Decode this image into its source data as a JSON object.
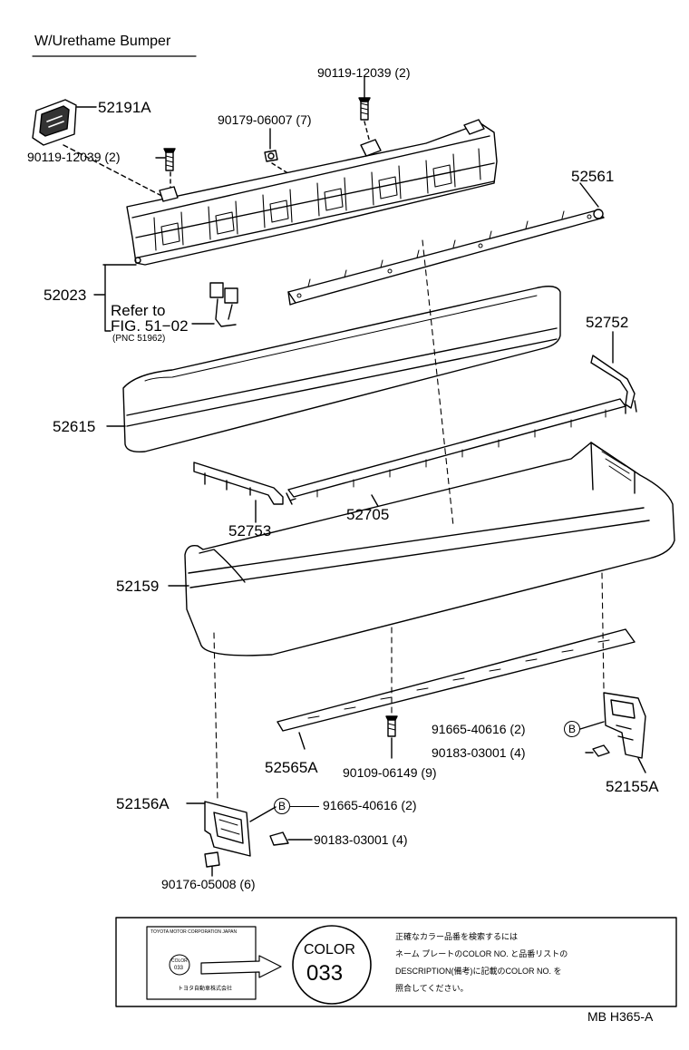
{
  "title": "W/Urethame Bumper",
  "parts": {
    "p52191A": "52191A",
    "p90119_top": "90119-12039 (2)",
    "p90179": "90179-06007 (7)",
    "p90119_left": "90119-12039 (2)",
    "p52561": "52561",
    "p52023": "52023",
    "refer_to": "Refer to",
    "fig_ref": "FIG. 51−02",
    "pnc_ref": "(PNC 51962)",
    "p52752": "52752",
    "p52615": "52615",
    "p52753": "52753",
    "p52705": "52705",
    "p52159": "52159",
    "p91665_right": "91665-40616 (2)",
    "p90183_right": "90183-03001 (4)",
    "p52155A": "52155A",
    "p52565A": "52565A",
    "p90109": "90109-06149 (9)",
    "p52156A": "52156A",
    "p91665_left": "91665-40616 (2)",
    "p90183_left": "90183-03001 (4)",
    "p90176": "90176-05008 (6)"
  },
  "markers": {
    "b_right": "B",
    "b_left": "B"
  },
  "legend": {
    "plate_header": "TOYOTA MOTOR CORPORATION JAPAN",
    "plate_color_word": "COLOR",
    "plate_color_code": "033",
    "plate_footer": "トヨタ自動車株式会社",
    "color_word": "COLOR",
    "color_code": "033",
    "jp_line1": "正確なカラー品番を検索するには",
    "jp_line2": "ネーム プレートのCOLOR NO. と品番リストの",
    "jp_line3": "DESCRIPTION(備考)に記載のCOLOR NO. を",
    "jp_line4": "照合してください。"
  },
  "ref_code": "MB H365-A"
}
